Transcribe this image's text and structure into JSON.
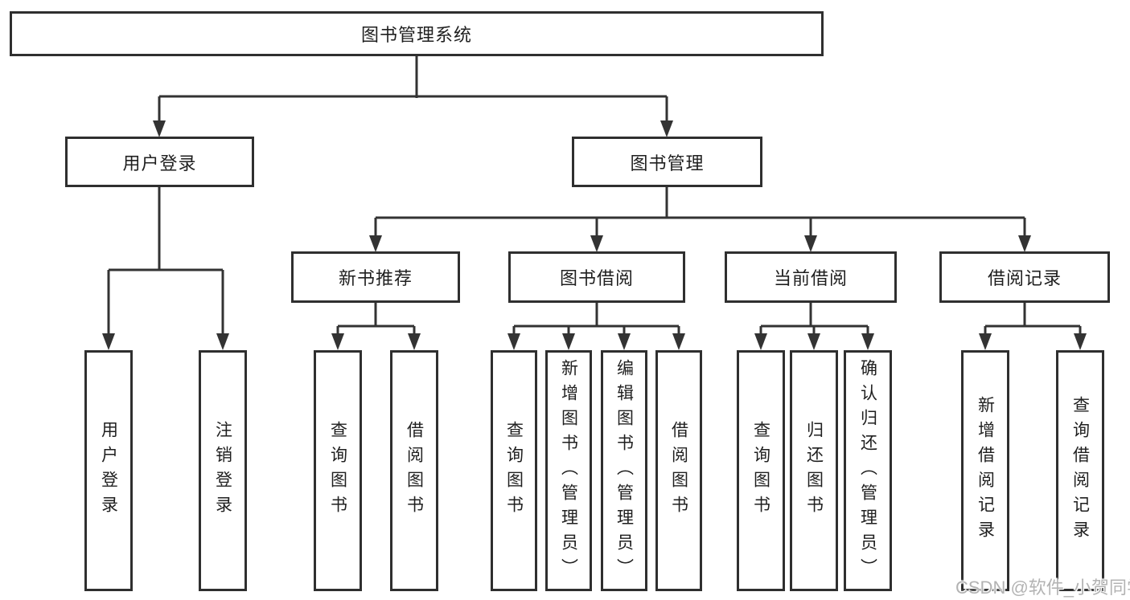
{
  "diagram": {
    "root": {
      "label": "图书管理系统"
    },
    "level2": [
      {
        "label": "用户登录"
      },
      {
        "label": "图书管理"
      }
    ],
    "level3": [
      {
        "label": "新书推荐"
      },
      {
        "label": "图书借阅"
      },
      {
        "label": "当前借阅"
      },
      {
        "label": "借阅记录"
      }
    ],
    "leaves": {
      "user_login": [
        "用户登录",
        "注销登录"
      ],
      "new_book": [
        "查询图书",
        "借阅图书"
      ],
      "book_borrow": [
        "查询图书",
        "新增图书（管理员）",
        "编辑图书（管理员）",
        "借阅图书"
      ],
      "current_borrow": [
        "查询图书",
        "归还图书",
        "确认归还（管理员）"
      ],
      "borrow_records": [
        "新增借阅记录",
        "查询借阅记录"
      ]
    },
    "watermark": "CSDN @软件_小贺同学",
    "colors": {
      "line": "#333333",
      "border": "#2f2f2f",
      "text": "#1f1f1f",
      "watermark": "#b3b3b3",
      "background": "#ffffff"
    }
  }
}
